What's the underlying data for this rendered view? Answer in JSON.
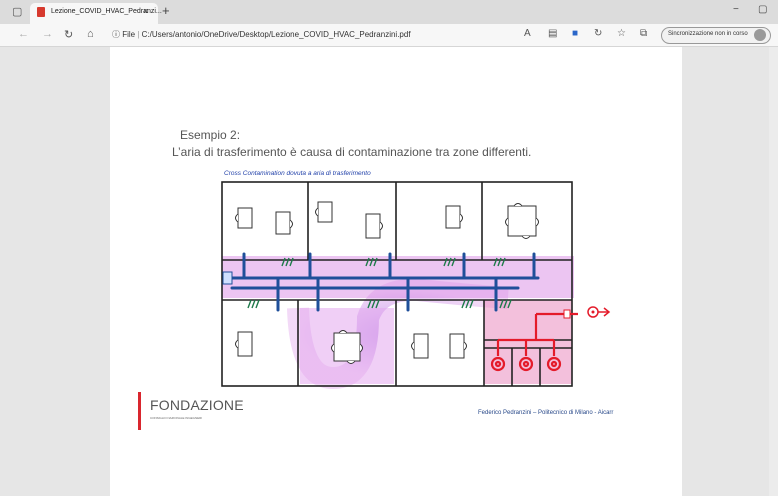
{
  "browser": {
    "tab_title": "Lezione_COVID_HVAC_Pedranzi...",
    "tab_close": "×",
    "new_tab": "+",
    "window_min": "−",
    "window_max": "▢",
    "address": {
      "info_label": "File",
      "path": "C:/Users/antonio/OneDrive/Desktop/Lezione_COVID_HVAC_Pedranzini.pdf"
    },
    "sync_label": "Sincronizzazione non in corso",
    "icons": [
      "sidebar-icon",
      "pdf-icon",
      "back-icon",
      "forward-icon",
      "refresh-icon",
      "home-icon",
      "info-icon",
      "read-aloud-icon",
      "collections-icon",
      "favorites-icon",
      "extensions-icon"
    ]
  },
  "slide": {
    "title": "Esempio 2:",
    "subtitle": "L’aria di trasferimento è causa di contaminazione tra zone differenti.",
    "diagram_caption": "Cross Contamination dovuta a aria di trasferimento",
    "logo_text": "FONDAZIONE",
    "logo_subtext": "CONSIGLIO NAZIONALE INGEGNERI",
    "credit": "Federico Pedranzini – Politecnico di Milano - Aicarr"
  },
  "colors": {
    "duct_blue": "#1f4f9a",
    "contamination": "#d98ce6",
    "extract_red": "#e41b2a",
    "vent_green": "#1e7a4a",
    "logo_red": "#d9262e"
  }
}
